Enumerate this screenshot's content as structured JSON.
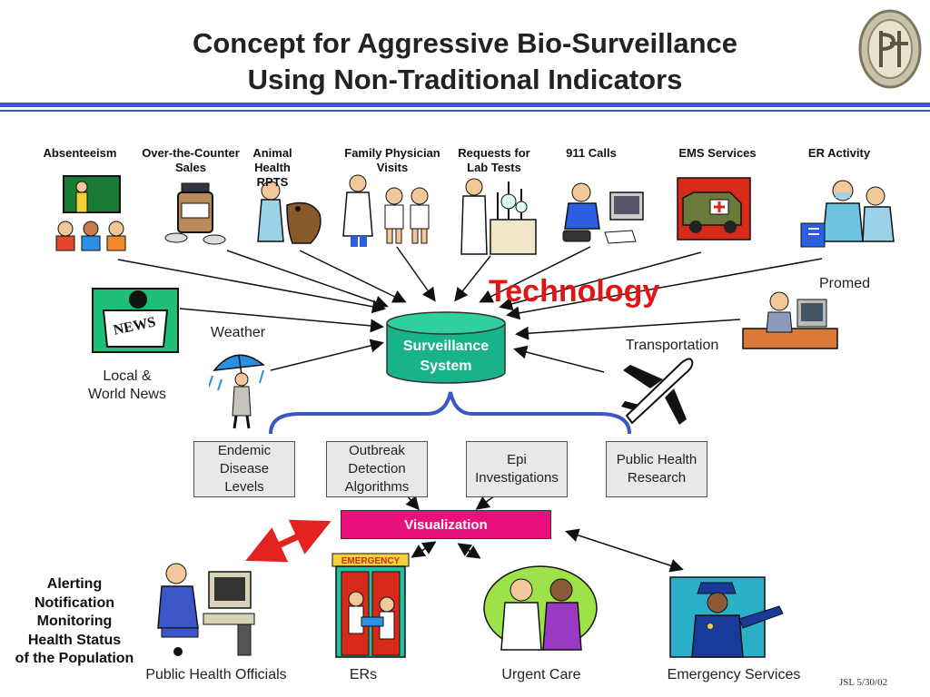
{
  "title": {
    "line1": "Concept for Aggressive Bio-Surveillance",
    "line2": "Using Non-Traditional Indicators"
  },
  "logo_icon": "university-seal-icon",
  "sources": [
    {
      "label": "Absenteeism",
      "icon": "classroom-icon"
    },
    {
      "label": "Over-the-Counter Sales",
      "icon": "medicine-bottle-icon"
    },
    {
      "label": "Animal Health RPTS",
      "icon": "veterinarian-dog-icon"
    },
    {
      "label": "Family Physician Visits",
      "icon": "doctor-children-icon"
    },
    {
      "label": "Requests for Lab Tests",
      "icon": "lab-scientist-icon"
    },
    {
      "label": "911 Calls",
      "icon": "telephone-caller-icon"
    },
    {
      "label": "EMS Services",
      "icon": "ambulance-icon"
    },
    {
      "label": "ER Activity",
      "icon": "surgeons-icon"
    }
  ],
  "side_sources": {
    "news": {
      "label_line1": "Local &",
      "label_line2": "World News",
      "icon": "newspaper-reader-icon"
    },
    "weather": {
      "label": "Weather",
      "icon": "umbrella-rain-icon"
    },
    "promed": {
      "label": "Promed",
      "icon": "computer-user-icon"
    },
    "transportation": {
      "label": "Transportation",
      "icon": "airplane-icon"
    }
  },
  "technology_label": "Technology",
  "central": {
    "line1": "Surveillance",
    "line2": "System",
    "icon": "database-cylinder-icon"
  },
  "analysis_boxes": [
    {
      "line1": "Endemic",
      "line2": "Disease",
      "line3": "Levels"
    },
    {
      "line1": "Outbreak",
      "line2": "Detection",
      "line3": "Algorithms"
    },
    {
      "line1": "Epi",
      "line2": "Investigations",
      "line3": ""
    },
    {
      "line1": "Public Health",
      "line2": "Research",
      "line3": ""
    }
  ],
  "visualization_label": "Visualization",
  "alerting": {
    "line1": "Alerting",
    "line2": "Notification",
    "line3": "Monitoring",
    "line4": "Health Status",
    "line5": "of the Population"
  },
  "outputs": [
    {
      "label": "Public Health Officials",
      "icon": "official-at-computer-icon"
    },
    {
      "label": "ERs",
      "icon": "emergency-room-icon"
    },
    {
      "label": "Urgent Care",
      "icon": "doctor-patient-icon"
    },
    {
      "label": "Emergency Services",
      "icon": "police-officer-icon"
    }
  ],
  "date_stamp": "JSL 5/30/02",
  "colors": {
    "rule": "#3b56c6",
    "technology": "#e01616",
    "database": "#19b38a",
    "visualization": "#e8107a",
    "bracket": "#3b56c6",
    "red_arrow": "#e32222"
  }
}
